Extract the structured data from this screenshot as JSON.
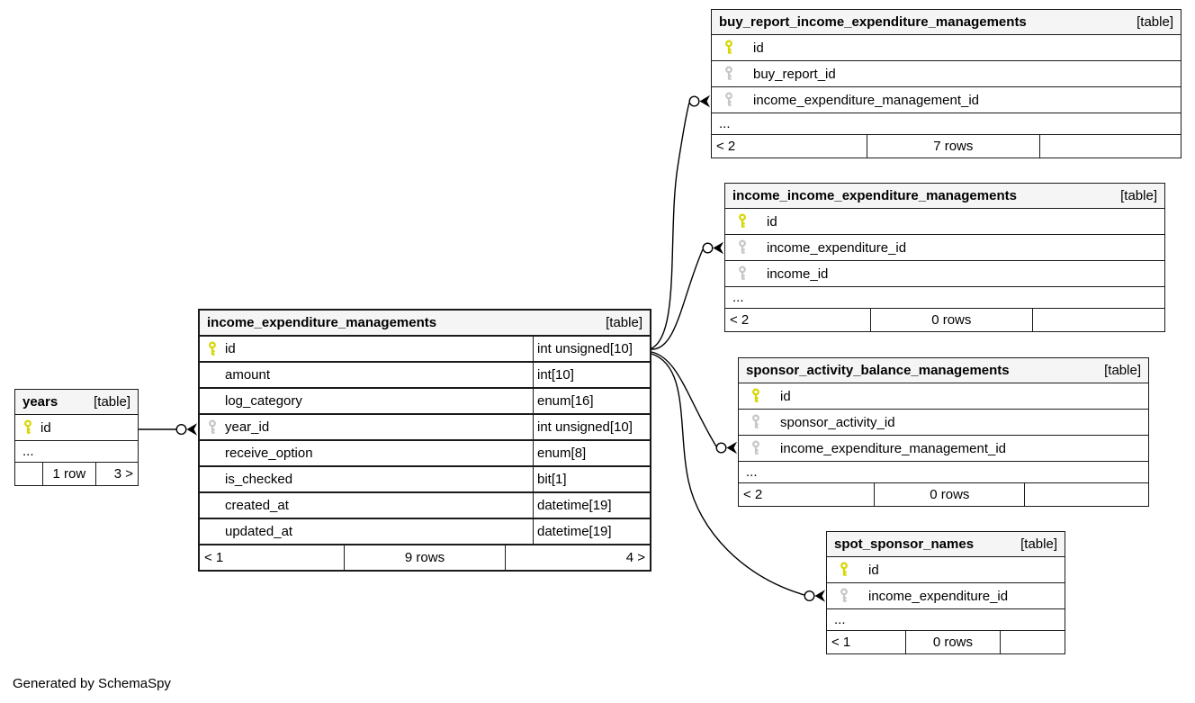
{
  "note": "Generated by SchemaSpy",
  "colors": {
    "primary_key": "#d6d600",
    "foreign_key": "#c6c6c6",
    "header_bg": "#f5f5f5",
    "border": "#1a1a1a"
  },
  "tables": [
    {
      "id": "years",
      "name": "years",
      "tag": "[table]",
      "columns": [
        {
          "name": "id",
          "key": "primary"
        }
      ],
      "ellipsis": "...",
      "footer": {
        "left": "",
        "center": "1 row",
        "right": "3 >"
      }
    },
    {
      "id": "income_expenditure_managements",
      "name": "income_expenditure_managements",
      "tag": "[table]",
      "columns": [
        {
          "name": "id",
          "key": "primary",
          "type": "int unsigned[10]"
        },
        {
          "name": "amount",
          "type": "int[10]"
        },
        {
          "name": "log_category",
          "type": "enum[16]"
        },
        {
          "name": "year_id",
          "key": "foreign",
          "type": "int unsigned[10]"
        },
        {
          "name": "receive_option",
          "type": "enum[8]"
        },
        {
          "name": "is_checked",
          "type": "bit[1]"
        },
        {
          "name": "created_at",
          "type": "datetime[19]"
        },
        {
          "name": "updated_at",
          "type": "datetime[19]"
        }
      ],
      "ellipsis": null,
      "footer": {
        "left": "< 1",
        "center": "9 rows",
        "right": "4 >"
      }
    },
    {
      "id": "buy_report_income_expenditure_managements",
      "name": "buy_report_income_expenditure_managements",
      "tag": "[table]",
      "columns": [
        {
          "name": "id",
          "key": "primary"
        },
        {
          "name": "buy_report_id",
          "key": "foreign"
        },
        {
          "name": "income_expenditure_management_id",
          "key": "foreign"
        }
      ],
      "ellipsis": "...",
      "footer": {
        "left": "< 2",
        "center": "7 rows",
        "right": ""
      }
    },
    {
      "id": "income_income_expenditure_managements",
      "name": "income_income_expenditure_managements",
      "tag": "[table]",
      "columns": [
        {
          "name": "id",
          "key": "primary"
        },
        {
          "name": "income_expenditure_id",
          "key": "foreign"
        },
        {
          "name": "income_id",
          "key": "foreign"
        }
      ],
      "ellipsis": "...",
      "footer": {
        "left": "< 2",
        "center": "0 rows",
        "right": ""
      }
    },
    {
      "id": "sponsor_activity_balance_managements",
      "name": "sponsor_activity_balance_managements",
      "tag": "[table]",
      "columns": [
        {
          "name": "id",
          "key": "primary"
        },
        {
          "name": "sponsor_activity_id",
          "key": "foreign"
        },
        {
          "name": "income_expenditure_management_id",
          "key": "foreign"
        }
      ],
      "ellipsis": "...",
      "footer": {
        "left": "< 2",
        "center": "0 rows",
        "right": ""
      }
    },
    {
      "id": "spot_sponsor_names",
      "name": "spot_sponsor_names",
      "tag": "[table]",
      "columns": [
        {
          "name": "id",
          "key": "primary"
        },
        {
          "name": "income_expenditure_id",
          "key": "foreign"
        }
      ],
      "ellipsis": "...",
      "footer": {
        "left": "< 1",
        "center": "0 rows",
        "right": ""
      }
    }
  ],
  "relationships": [
    {
      "from": "years",
      "to": "income_expenditure_managements",
      "fk_column": "year_id"
    },
    {
      "from": "income_expenditure_managements",
      "to": "buy_report_income_expenditure_managements",
      "fk_column": "income_expenditure_management_id"
    },
    {
      "from": "income_expenditure_managements",
      "to": "income_income_expenditure_managements",
      "fk_column": "income_expenditure_id"
    },
    {
      "from": "income_expenditure_managements",
      "to": "sponsor_activity_balance_managements",
      "fk_column": "income_expenditure_management_id"
    },
    {
      "from": "income_expenditure_managements",
      "to": "spot_sponsor_names",
      "fk_column": "income_expenditure_id"
    }
  ]
}
